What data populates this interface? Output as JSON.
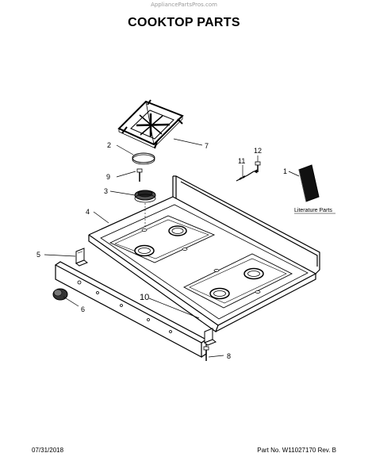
{
  "header": {
    "watermark": "AppliancePartsPros.com",
    "title": "COOKTOP PARTS"
  },
  "callouts": {
    "c1": "1",
    "c2": "2",
    "c3": "3",
    "c4": "4",
    "c5": "5",
    "c6": "6",
    "c7": "7",
    "c8": "8",
    "c9": "9",
    "c10": "10",
    "c11": "11",
    "c12": "12"
  },
  "literature_label": "Literature Parts",
  "footer": {
    "date": "07/31/2018",
    "part_no": "Part No.  W11027170  Rev. B"
  }
}
